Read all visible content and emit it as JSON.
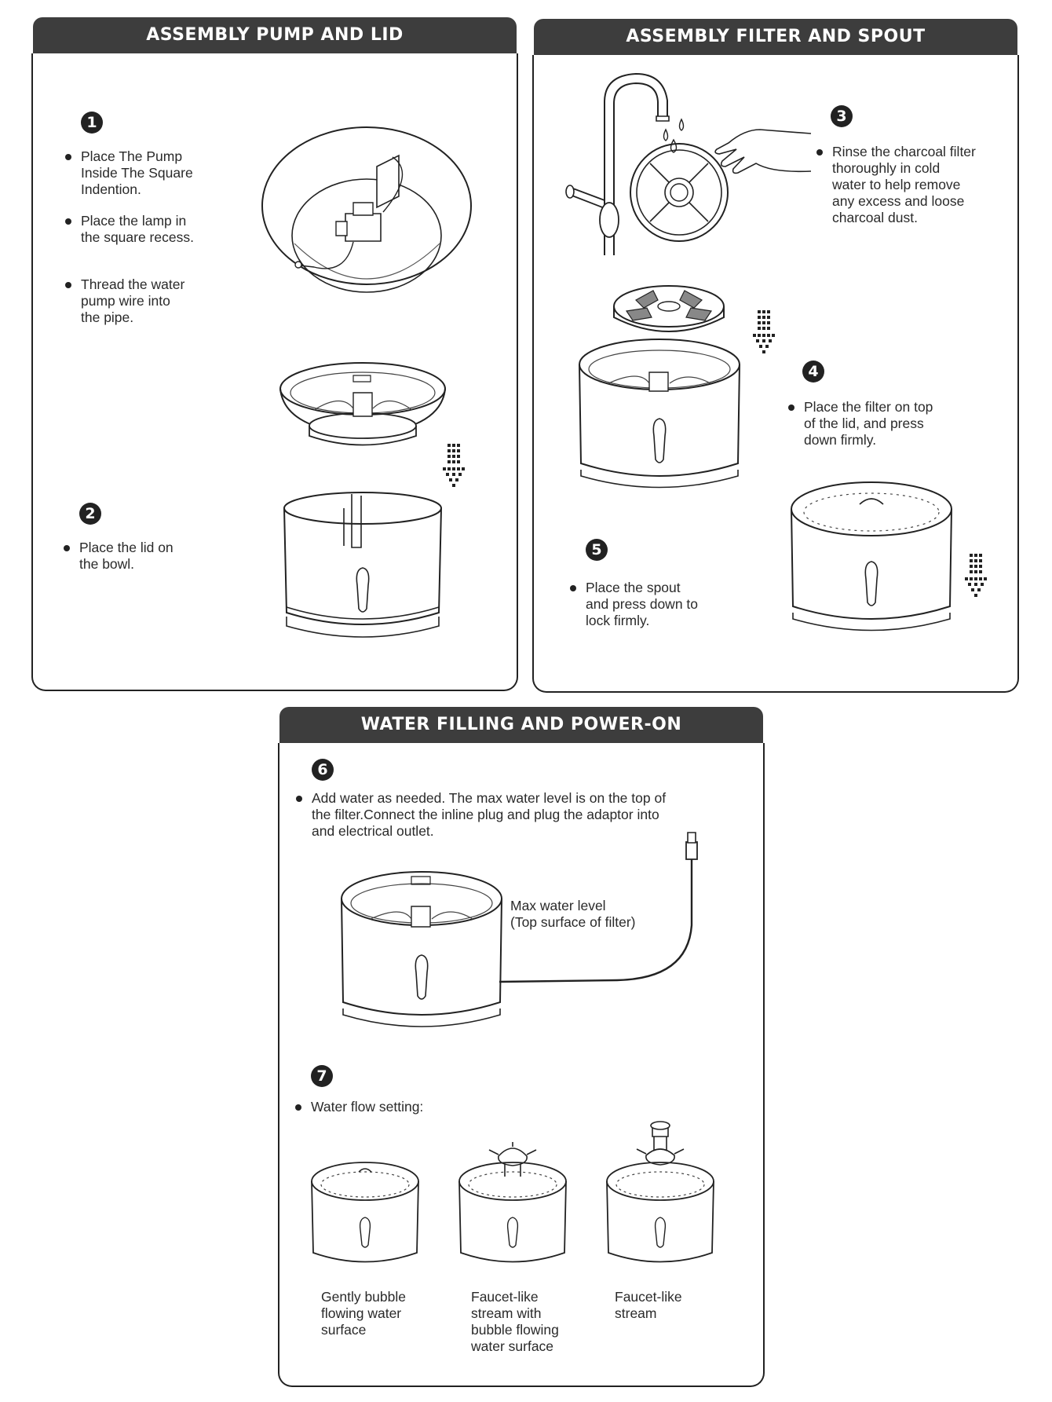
{
  "sections": {
    "pump_lid": {
      "title": "ASSEMBLY PUMP AND LID",
      "step1_number": "1",
      "step1_bullets": [
        "Place The Pump\nInside The Square\nIndention.",
        "Place the lamp in\nthe square recess.",
        "Thread the water\npump wire into\nthe pipe."
      ],
      "step2_number": "2",
      "step2_bullet": "Place the lid on\nthe bowl."
    },
    "filter_spout": {
      "title": "ASSEMBLY FILTER AND SPOUT",
      "step3_number": "3",
      "step3_bullet": "Rinse the charcoal filter\nthoroughly in cold\nwater to help remove\nany excess and loose\ncharcoal dust.",
      "step4_number": "4",
      "step4_bullet": "Place the filter on top\nof the lid, and press\ndown firmly.",
      "step5_number": "5",
      "step5_bullet": "Place the spout\nand press down to\nlock firmly."
    },
    "water_power": {
      "title": "WATER FILLING AND POWER-ON",
      "step6_number": "6",
      "step6_bullet": "Add water as needed. The max water level is on the top of\nthe filter.Connect the inline plug and plug the adaptor into\nand electrical outlet.",
      "max_level_label": "Max water level\n(Top surface of filter)",
      "step7_number": "7",
      "step7_bullet": "Water flow setting:",
      "flow_modes": [
        "Gently bubble\nflowing water\nsurface",
        "Faucet-like\nstream with\nbubble flowing\nwater surface",
        "Faucet-like\nstream"
      ]
    }
  },
  "icons": [
    "pump-in-bowl-icon",
    "lid-icon",
    "bowl-icon",
    "arrow-down-icon",
    "faucet-icon",
    "filter-disc-icon",
    "hand-icon",
    "filter-icon",
    "fountain-icon",
    "usb-plug-icon",
    "spout-icon"
  ],
  "colors": {
    "header_bg": "#3d3d3d",
    "line": "#222222"
  }
}
